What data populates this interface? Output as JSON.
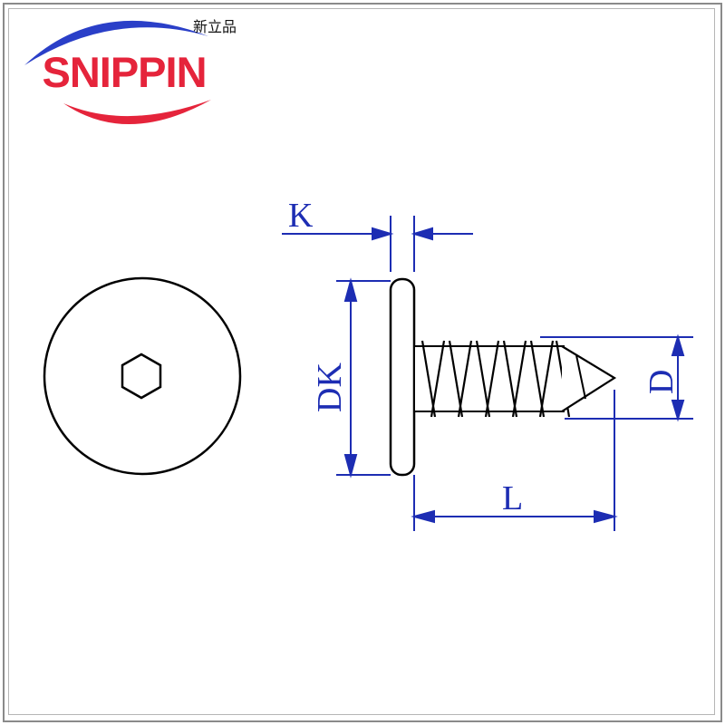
{
  "logo": {
    "brand_text": "SNIPPIN",
    "chinese_text": "新立品",
    "brand_color": "#e5243b",
    "arc_color": "#2a3fc8"
  },
  "drawing": {
    "dimension_labels": {
      "k": "K",
      "dk": "DK",
      "d": "D",
      "l": "L"
    },
    "dimension_color": "#1d2db3",
    "line_color": "#000000",
    "head_socket": "hexagon"
  }
}
